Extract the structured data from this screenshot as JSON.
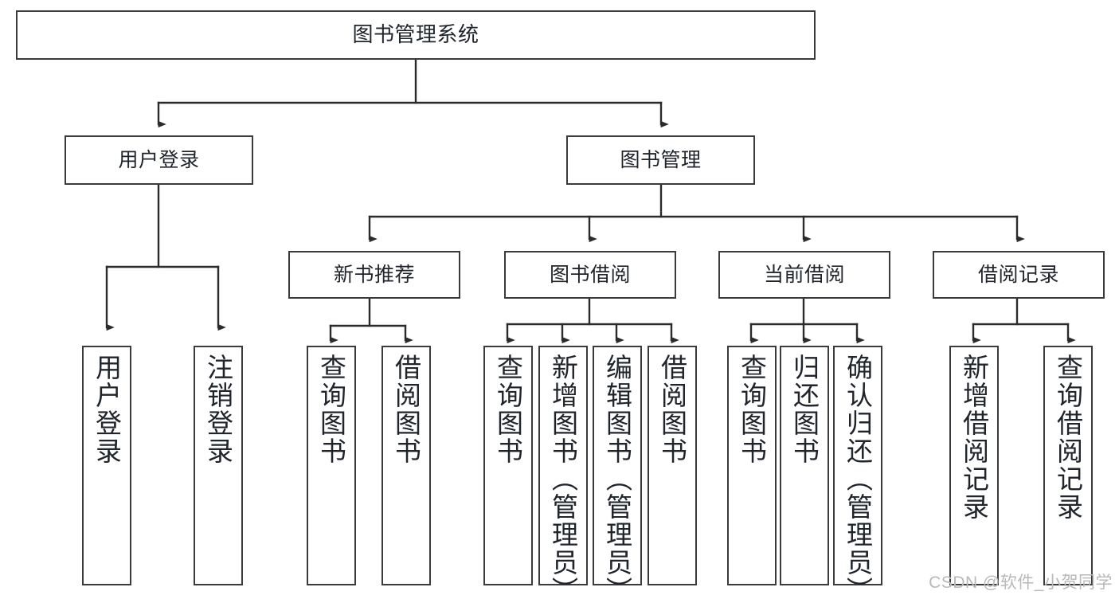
{
  "diagram": {
    "type": "tree-hierarchy",
    "title": "图书管理系统",
    "watermark": "CSDN @软件_小贺同学",
    "colors": {
      "box_border": "#3b3b3b",
      "box_fill": "#ffffff",
      "edge": "#2b2b2b",
      "text": "#20252b",
      "watermark": "#b9b9b9"
    },
    "nodes": {
      "root": {
        "label": "图书管理系统",
        "level": 1,
        "orientation": "horizontal"
      },
      "l2": [
        {
          "id": "user-login",
          "label": "用户登录",
          "level": 2,
          "orientation": "horizontal"
        },
        {
          "id": "book-manage",
          "label": "图书管理",
          "level": 2,
          "orientation": "horizontal"
        }
      ],
      "l3": [
        {
          "id": "new-book-recommend",
          "label": "新书推荐",
          "level": 3,
          "orientation": "horizontal"
        },
        {
          "id": "book-borrow",
          "label": "图书借阅",
          "level": 3,
          "orientation": "horizontal"
        },
        {
          "id": "current-borrow",
          "label": "当前借阅",
          "level": 3,
          "orientation": "horizontal"
        },
        {
          "id": "borrow-record",
          "label": "借阅记录",
          "level": 3,
          "orientation": "horizontal"
        }
      ],
      "leaves": [
        {
          "id": "leaf-user-login",
          "label": "用户登录",
          "parent": "user-login",
          "orientation": "vertical"
        },
        {
          "id": "leaf-user-logout",
          "label": "注销登录",
          "parent": "user-login",
          "orientation": "vertical"
        },
        {
          "id": "leaf-query-book-1",
          "label": "查询图书",
          "parent": "new-book-recommend",
          "orientation": "vertical"
        },
        {
          "id": "leaf-borrow-book-1",
          "label": "借阅图书",
          "parent": "new-book-recommend",
          "orientation": "vertical"
        },
        {
          "id": "leaf-query-book-2",
          "label": "查询图书",
          "parent": "book-borrow",
          "orientation": "vertical"
        },
        {
          "id": "leaf-add-book",
          "label": "新增图书（管理员）",
          "parent": "book-borrow",
          "orientation": "vertical"
        },
        {
          "id": "leaf-edit-book",
          "label": "编辑图书（管理员）",
          "parent": "book-borrow",
          "orientation": "vertical"
        },
        {
          "id": "leaf-borrow-book-2",
          "label": "借阅图书",
          "parent": "book-borrow",
          "orientation": "vertical"
        },
        {
          "id": "leaf-query-book-3",
          "label": "查询图书",
          "parent": "current-borrow",
          "orientation": "vertical"
        },
        {
          "id": "leaf-return-book",
          "label": "归还图书",
          "parent": "current-borrow",
          "orientation": "vertical"
        },
        {
          "id": "leaf-confirm-return",
          "label": "确认归还（管理员）",
          "parent": "current-borrow",
          "orientation": "vertical"
        },
        {
          "id": "leaf-add-record",
          "label": "新增借阅记录",
          "parent": "borrow-record",
          "orientation": "vertical"
        },
        {
          "id": "leaf-query-record",
          "label": "查询借阅记录",
          "parent": "borrow-record",
          "orientation": "vertical"
        }
      ]
    }
  }
}
